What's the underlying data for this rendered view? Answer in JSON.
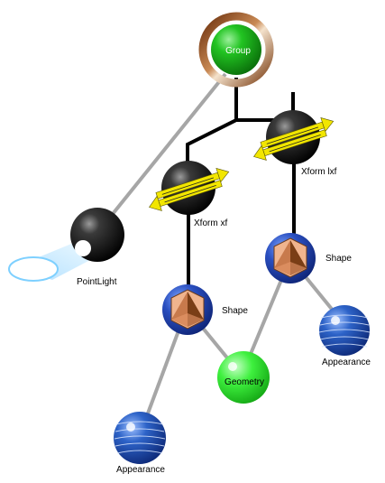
{
  "nodes": {
    "group": {
      "label": "Group"
    },
    "xform_left": {
      "label": "Xform xf"
    },
    "xform_right": {
      "label": "Xform lxf"
    },
    "point_light": {
      "label": "PointLight"
    },
    "shape_left": {
      "label": "Shape"
    },
    "shape_right": {
      "label": "Shape"
    },
    "geometry": {
      "label": "Geometry"
    },
    "appearance_left": {
      "label": "Appearance"
    },
    "appearance_right": {
      "label": "Appearance"
    }
  },
  "colors": {
    "group_sphere": "#16b316",
    "group_ring": "#8a4a1e",
    "black_sphere": "#111111",
    "geometry_sphere": "#33e633",
    "appearance_sphere": "#1a4fb0",
    "shape_sphere": "#1f3fa8",
    "pyramid": "#e8a07a",
    "arrow": "#f2e600",
    "edge": "#000000",
    "ref_edge": "#a6a6a6",
    "light_cone": "#cfeeff"
  }
}
